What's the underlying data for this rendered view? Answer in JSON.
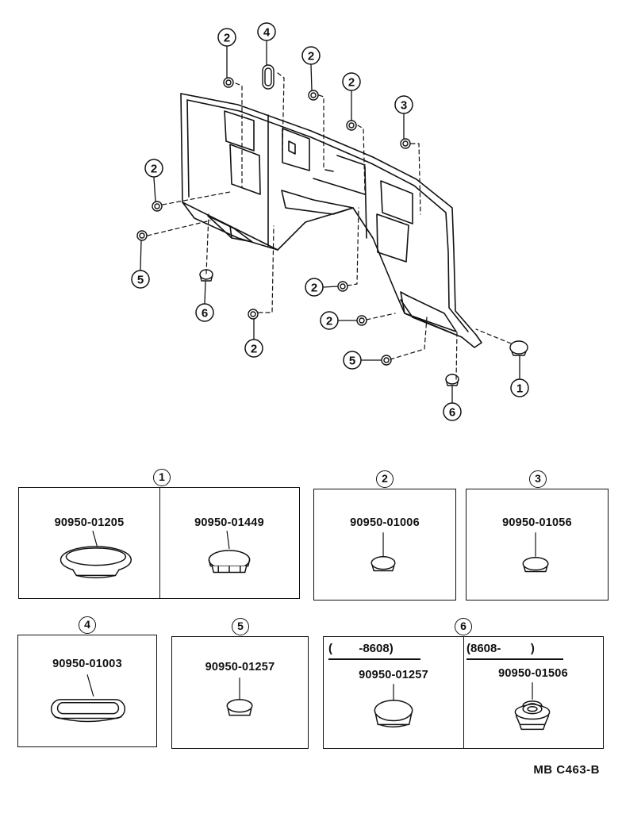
{
  "callouts": {
    "top_2a": "2",
    "top_4": "4",
    "top_2b": "2",
    "top_2c": "2",
    "top_3": "3",
    "left_2": "2",
    "left_5": "5",
    "left_6": "6",
    "bottom_2": "2",
    "mid_2a": "2",
    "mid_2b": "2",
    "right_5": "5",
    "right_6": "6",
    "right_1": "1"
  },
  "groups": [
    {
      "label": "1",
      "cells": [
        {
          "part_number": "90950-01205"
        },
        {
          "part_number": "90950-01449"
        }
      ]
    },
    {
      "label": "2",
      "cells": [
        {
          "part_number": "90950-01006"
        }
      ]
    },
    {
      "label": "3",
      "cells": [
        {
          "part_number": "90950-01056"
        }
      ]
    },
    {
      "label": "4",
      "cells": [
        {
          "part_number": "90950-01003"
        }
      ]
    },
    {
      "label": "5",
      "cells": [
        {
          "part_number": "90950-01257"
        }
      ]
    },
    {
      "label": "6",
      "cells": [
        {
          "range": "(        -8608)",
          "part_number": "90950-01257"
        },
        {
          "range": "(8608-         )",
          "part_number": "90950-01506"
        }
      ]
    }
  ],
  "reference_code": "MB  C463-B",
  "icons": {
    "plug": "hole-plug-icon",
    "oval_plug": "oval-hole-plug-icon",
    "grommet": "grommet-icon"
  }
}
